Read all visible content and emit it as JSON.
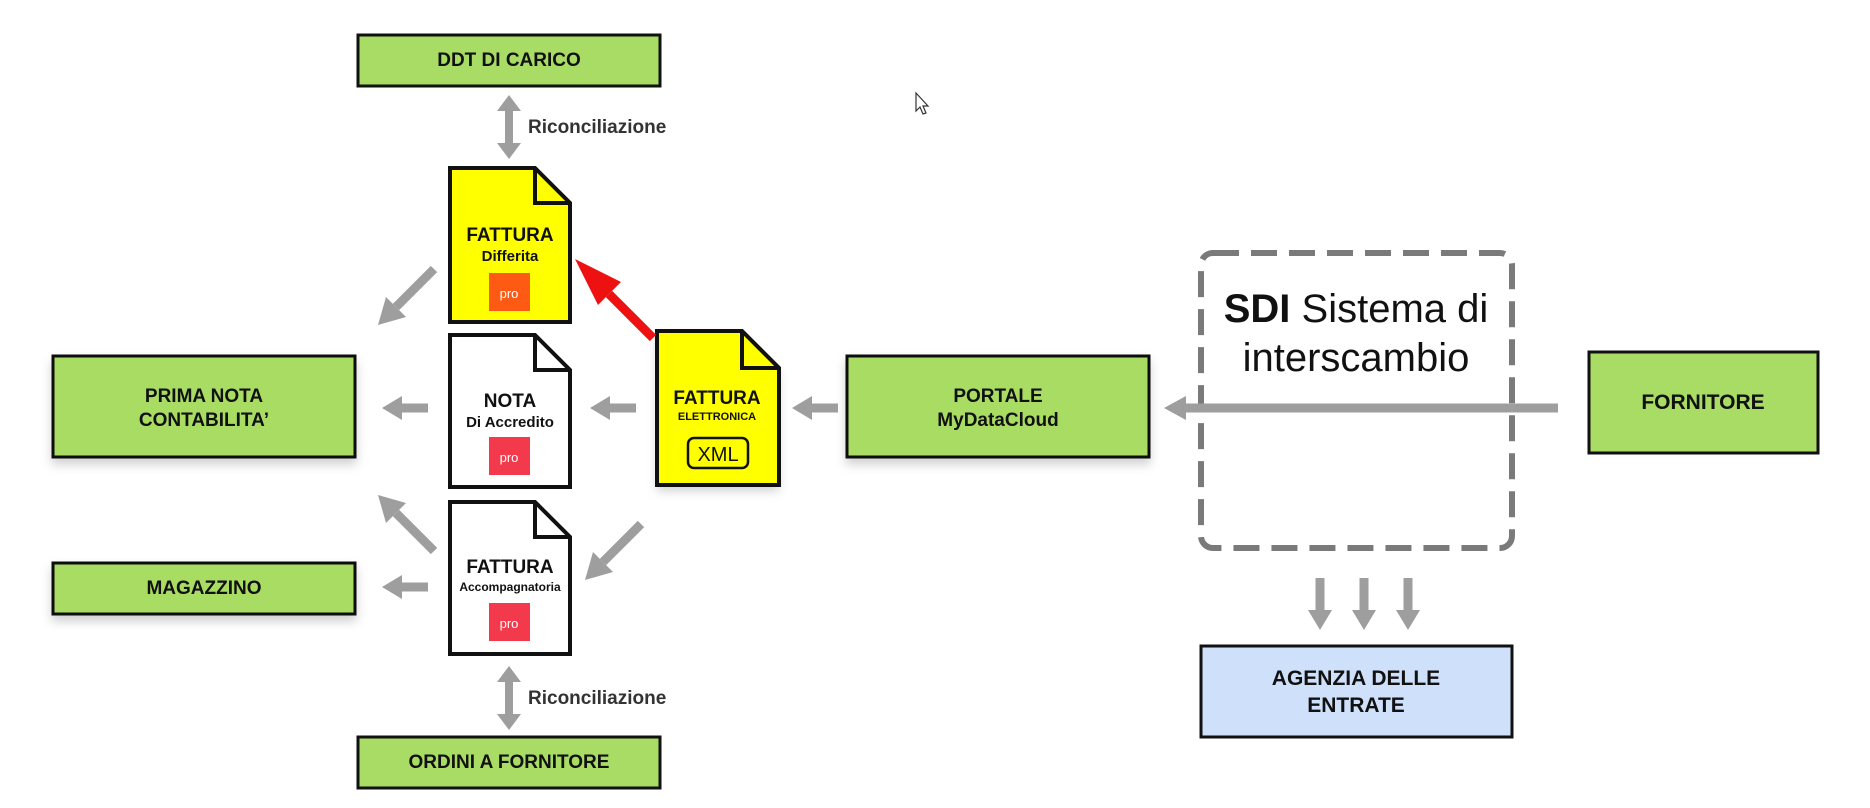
{
  "colors": {
    "green_box": "#A8DC64",
    "yellow_doc": "#FFFF00",
    "blue_box": "#CFE0FA",
    "arrow_gray": "#9E9E9E",
    "arrow_red": "#EE1111",
    "pro_orange": "#FF5A14",
    "pro_red": "#F23A4C",
    "dashed_border": "#7A7A7A"
  },
  "boxes": {
    "ddt": "DDT DI CARICO",
    "prima_nota": [
      "PRIMA NOTA",
      "CONTABILITA’"
    ],
    "magazzino": "MAGAZZINO",
    "ordini": "ORDINI A FORNITORE",
    "portale": [
      "PORTALE",
      "MyDataCloud"
    ],
    "fornitore": "FORNITORE",
    "agenzia": [
      "AGENZIA DELLE",
      "ENTRATE"
    ]
  },
  "documents": {
    "fattura_differita": {
      "title": "FATTURA",
      "subtitle": "Differita",
      "logo": "pro"
    },
    "nota_accredito": {
      "title": "NOTA",
      "subtitle": "Di Accredito",
      "logo": "pro"
    },
    "fattura_accompagnatoria": {
      "title": "FATTURA",
      "subtitle": "Accompagnatoria",
      "logo": "pro"
    },
    "fattura_elettronica": {
      "title": "FATTURA",
      "subtitle": "ELETTRONICA",
      "badge": "XML"
    }
  },
  "labels": {
    "riconciliazione_top": "Riconciliazione",
    "riconciliazione_bottom": "Riconciliazione"
  },
  "sdi": {
    "bold": "SDI",
    "line1_rest": " Sistema di",
    "line2": "interscambio"
  },
  "icons": {
    "cursor": "mouse-cursor-icon"
  }
}
